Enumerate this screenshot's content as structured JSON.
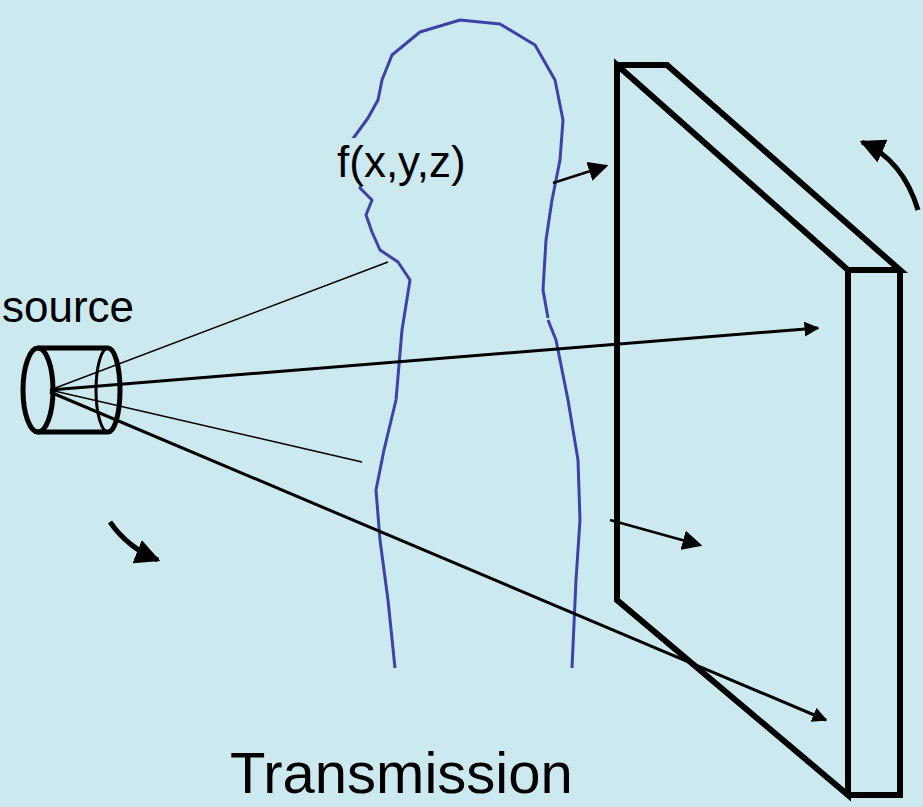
{
  "diagram": {
    "caption": "Transmission",
    "labels": [
      "f(x,y,z)",
      "source"
    ]
  }
}
